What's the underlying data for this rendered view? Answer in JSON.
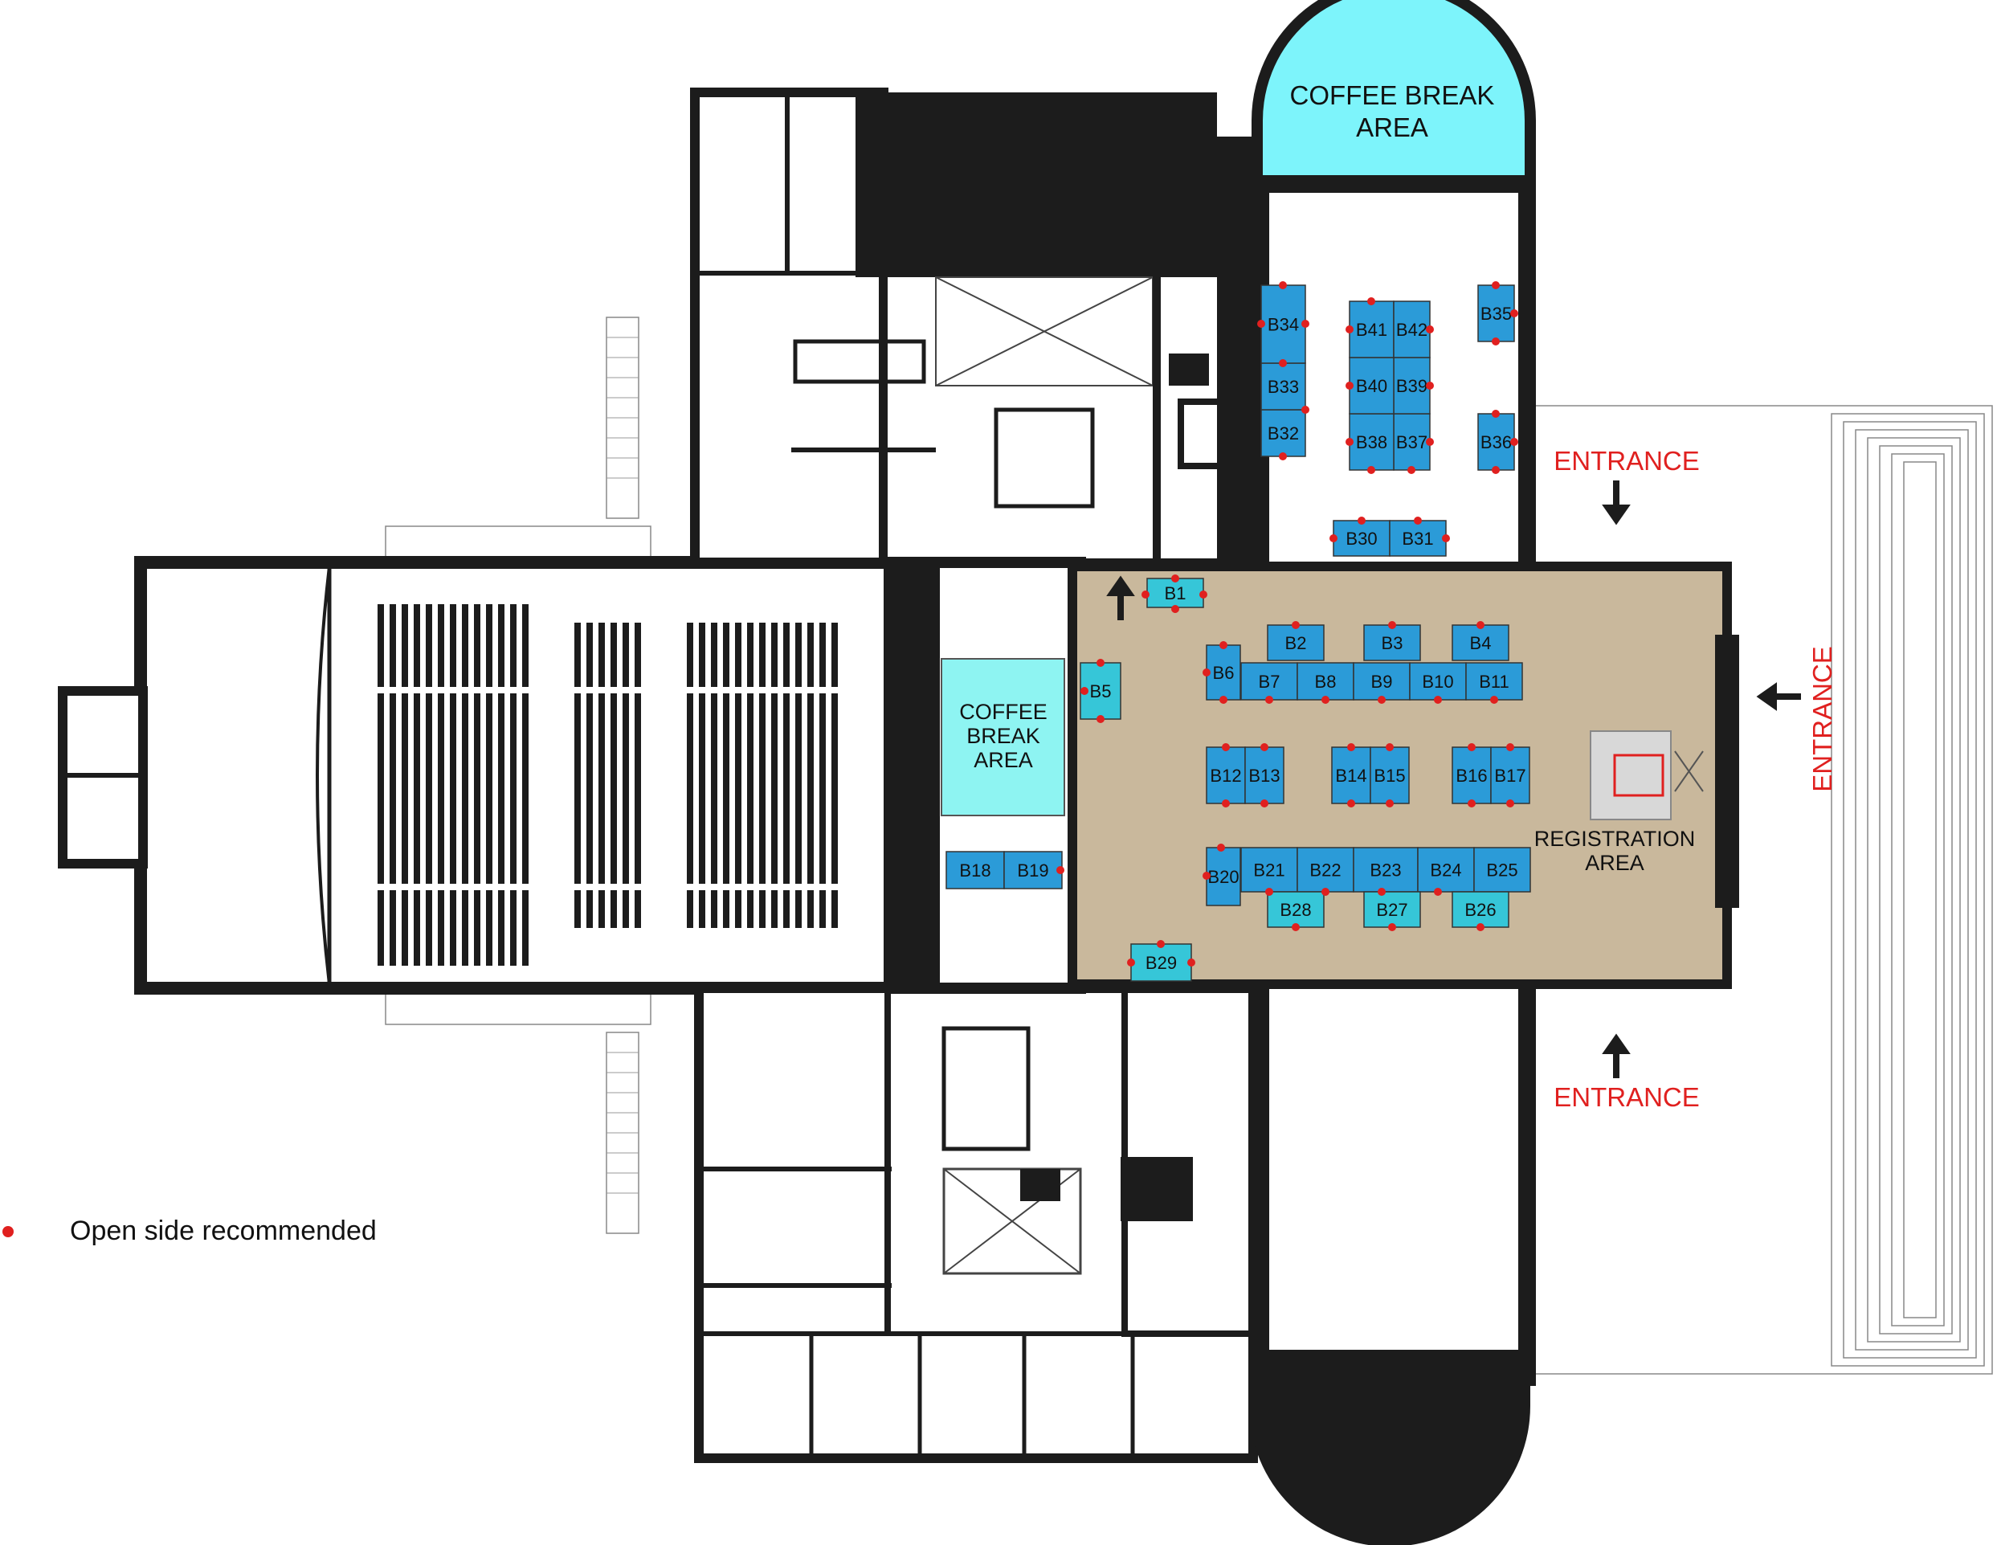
{
  "colors": {
    "wall": "#1c1c1c",
    "floor": "#ffffff",
    "exhibition_hall": "#c9b89c",
    "booth_blue": "#2b9bd8",
    "booth_cyan": "#36c6d8",
    "coffee_area": "#7df4fb",
    "coffee_area_side": "#8ef4f2",
    "open_side_dot": "#e0201f",
    "entrance_text": "#e0201f",
    "thin_line": "#777777"
  },
  "areas": {
    "coffee_top_line1": "COFFEE BREAK",
    "coffee_top_line2": "AREA",
    "coffee_side_line1": "COFFEE",
    "coffee_side_line2": "BREAK",
    "coffee_side_line3": "AREA",
    "registration_line1": "REGISTRATION",
    "registration_line2": "AREA"
  },
  "entrances": {
    "north": "ENTRANCE",
    "south": "ENTRANCE",
    "east": "ENTRANCE"
  },
  "legend": {
    "text": "Open side recommended"
  },
  "booths": [
    {
      "id": "B1",
      "style": "cyan"
    },
    {
      "id": "B2",
      "style": "blue"
    },
    {
      "id": "B3",
      "style": "blue"
    },
    {
      "id": "B4",
      "style": "blue"
    },
    {
      "id": "B5",
      "style": "cyan"
    },
    {
      "id": "B6",
      "style": "blue"
    },
    {
      "id": "B7",
      "style": "blue"
    },
    {
      "id": "B8",
      "style": "blue"
    },
    {
      "id": "B9",
      "style": "blue"
    },
    {
      "id": "B10",
      "style": "blue"
    },
    {
      "id": "B11",
      "style": "blue"
    },
    {
      "id": "B12",
      "style": "blue"
    },
    {
      "id": "B13",
      "style": "blue"
    },
    {
      "id": "B14",
      "style": "blue"
    },
    {
      "id": "B15",
      "style": "blue"
    },
    {
      "id": "B16",
      "style": "blue"
    },
    {
      "id": "B17",
      "style": "blue"
    },
    {
      "id": "B18",
      "style": "blue"
    },
    {
      "id": "B19",
      "style": "blue"
    },
    {
      "id": "B20",
      "style": "blue"
    },
    {
      "id": "B21",
      "style": "blue"
    },
    {
      "id": "B22",
      "style": "blue"
    },
    {
      "id": "B23",
      "style": "blue"
    },
    {
      "id": "B24",
      "style": "blue"
    },
    {
      "id": "B25",
      "style": "blue"
    },
    {
      "id": "B26",
      "style": "cyan"
    },
    {
      "id": "B27",
      "style": "cyan"
    },
    {
      "id": "B28",
      "style": "cyan"
    },
    {
      "id": "B29",
      "style": "cyan"
    },
    {
      "id": "B30",
      "style": "blue"
    },
    {
      "id": "B31",
      "style": "blue"
    },
    {
      "id": "B32",
      "style": "blue"
    },
    {
      "id": "B33",
      "style": "blue"
    },
    {
      "id": "B34",
      "style": "blue"
    },
    {
      "id": "B35",
      "style": "blue"
    },
    {
      "id": "B36",
      "style": "blue"
    },
    {
      "id": "B37",
      "style": "blue"
    },
    {
      "id": "B38",
      "style": "blue"
    },
    {
      "id": "B39",
      "style": "blue"
    },
    {
      "id": "B40",
      "style": "blue"
    },
    {
      "id": "B41",
      "style": "blue"
    },
    {
      "id": "B42",
      "style": "blue"
    }
  ]
}
